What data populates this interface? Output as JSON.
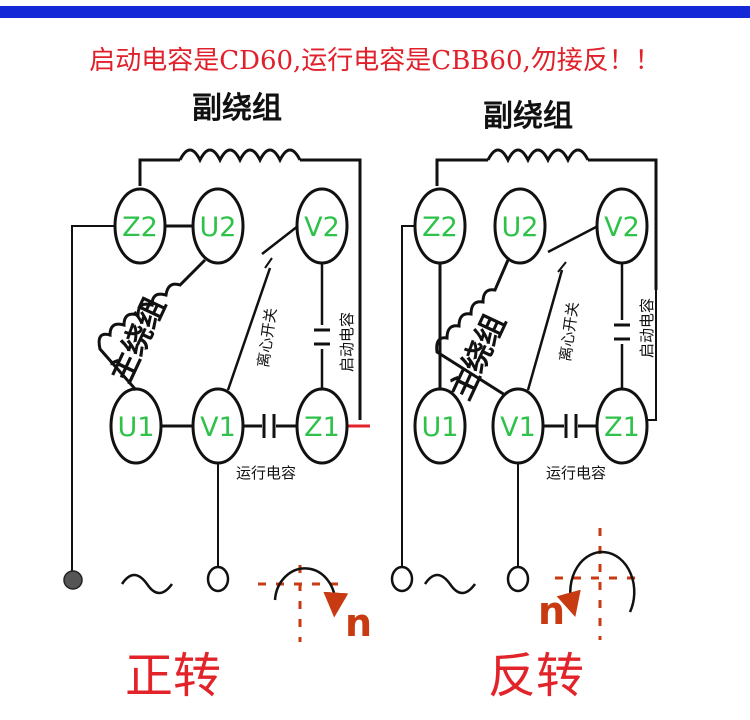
{
  "header": {
    "warning": "启动电容是CD60,运行电容是CBB60,勿接反！！",
    "bar_color": "#1428d8",
    "warning_color": "#e0202a"
  },
  "colors": {
    "terminal_text": "#2ec24a",
    "arrow": "#c83a12",
    "direction_text": "#e2242a",
    "line": "#111111"
  },
  "diagrams": [
    {
      "direction": "正转",
      "aux_winding": "副绕组",
      "main_winding": "主绕组",
      "terminals": {
        "z2": "Z2",
        "u2": "U2",
        "v2": "V2",
        "u1": "U1",
        "v1": "V1",
        "z1": "Z1"
      },
      "centrifugal_switch": "离心开关",
      "start_capacitor": "启动电容",
      "run_capacitor": "运行电容",
      "ac_symbol": "~",
      "rotation_icon": "clockwise-rotation-arrow",
      "rotation_letter": "n"
    },
    {
      "direction": "反转",
      "aux_winding": "副绕组",
      "main_winding": "主绕组",
      "terminals": {
        "z2": "Z2",
        "u2": "U2",
        "v2": "V2",
        "u1": "U1",
        "v1": "V1",
        "z1": "Z1"
      },
      "centrifugal_switch": "离心开关",
      "start_capacitor": "启动电容",
      "run_capacitor": "运行电容",
      "ac_symbol": "~",
      "rotation_icon": "counterclockwise-rotation-arrow",
      "rotation_letter": "n"
    }
  ]
}
